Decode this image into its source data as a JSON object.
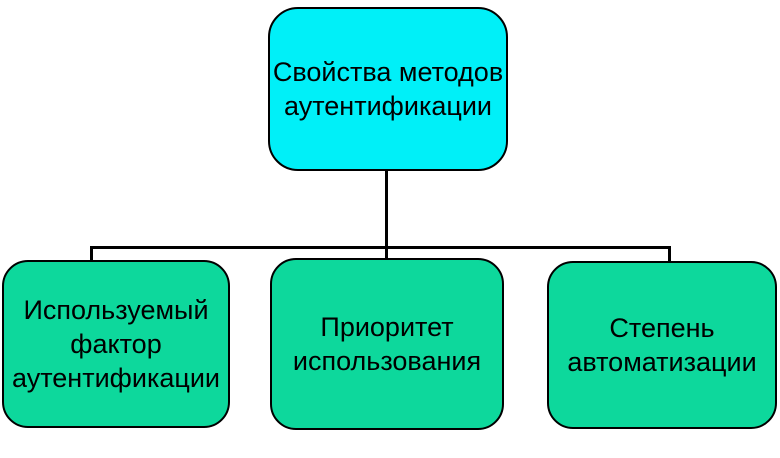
{
  "diagram": {
    "type": "hierarchy",
    "background": "#FFFFFF",
    "colors": {
      "root_fill": "#00F0F8",
      "child_fill": "#0DD89C",
      "node_border": "#000000",
      "connector": "#000000",
      "text": "#000000"
    },
    "root_node": {
      "id": "authentication-method-properties",
      "label": "Свойства методов\nаутентификации",
      "fill": "#00F0F8"
    },
    "child_nodes": [
      {
        "id": "authentication-factor",
        "label": "Используемый\nфактор\nаутентификации",
        "fill": "#0DD89C"
      },
      {
        "id": "usage-priority",
        "label": "Приоритет\nиспользования",
        "fill": "#0DD89C"
      },
      {
        "id": "automation-degree",
        "label": "Степень\nавтоматизации",
        "fill": "#0DD89C"
      }
    ]
  }
}
